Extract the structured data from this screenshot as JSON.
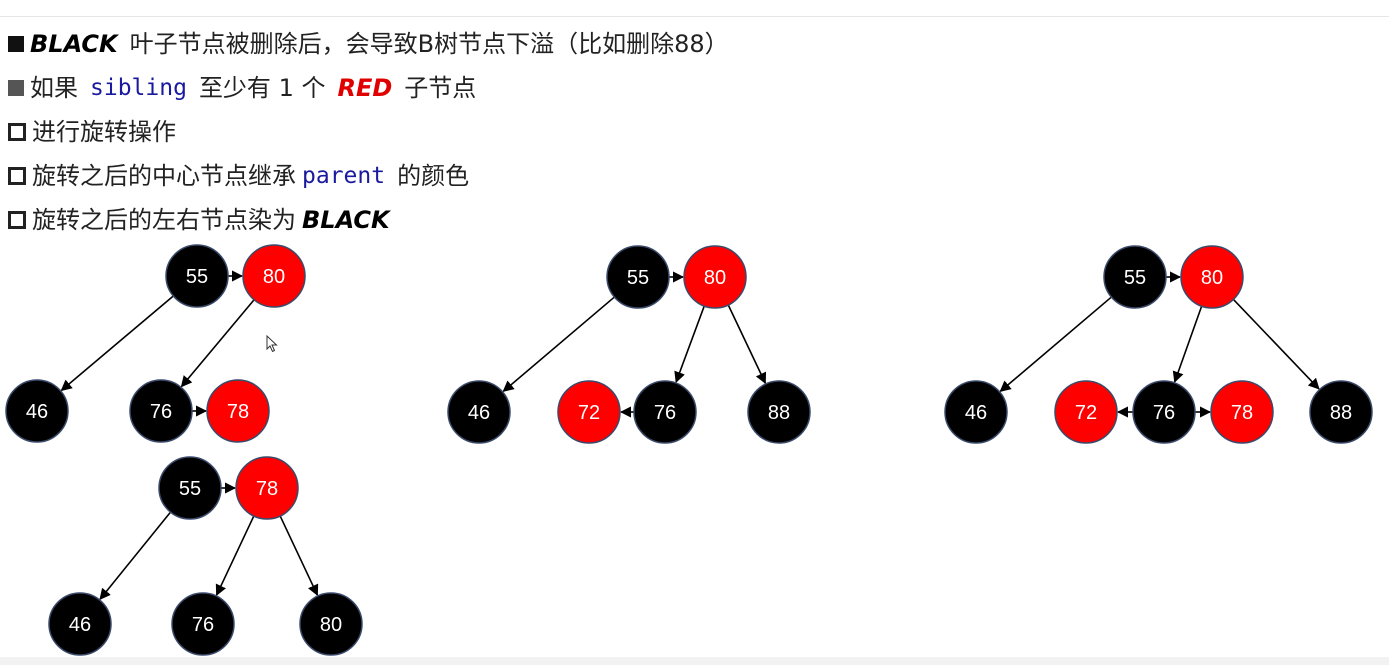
{
  "bullets": [
    {
      "marker": "solid",
      "parts": [
        {
          "text": "BLACK",
          "style": "kw-black"
        },
        {
          "text": "叶子节点被删除后，会导致B树节点下溢（比如删除88）",
          "style": "plain"
        }
      ]
    },
    {
      "marker": "solid-grey",
      "parts": [
        {
          "text": "如果",
          "style": "plain"
        },
        {
          "text": "sibling",
          "style": "code"
        },
        {
          "text": "至少有 1 个",
          "style": "plain"
        },
        {
          "text": "RED",
          "style": "kw-red"
        },
        {
          "text": "子节点",
          "style": "plain"
        }
      ]
    },
    {
      "marker": "hollow",
      "parts": [
        {
          "text": "进行旋转操作",
          "style": "plain"
        }
      ]
    },
    {
      "marker": "hollow",
      "parts": [
        {
          "text": "旋转之后的中心节点继承",
          "style": "plain"
        },
        {
          "text": "parent",
          "style": "code"
        },
        {
          "text": "的颜色",
          "style": "plain"
        }
      ]
    },
    {
      "marker": "hollow",
      "parts": [
        {
          "text": "旋转之后的左右节点染为",
          "style": "plain"
        },
        {
          "text": "BLACK",
          "style": "kw-black"
        }
      ]
    }
  ],
  "colors": {
    "black_node": "#000000",
    "red_node": "#ff0000",
    "node_border": "#3a4a6a",
    "edge": "#000000",
    "node_text": "#ffffff"
  },
  "trees": [
    {
      "nodes": [
        {
          "id": "t1-55",
          "value": "55",
          "color": "black"
        },
        {
          "id": "t1-80",
          "value": "80",
          "color": "red"
        },
        {
          "id": "t1-46",
          "value": "46",
          "color": "black"
        },
        {
          "id": "t1-76",
          "value": "76",
          "color": "black"
        },
        {
          "id": "t1-78",
          "value": "78",
          "color": "red"
        }
      ],
      "edges": [
        {
          "from": "t1-55",
          "to": "t1-80",
          "kind": "sibling"
        },
        {
          "from": "t1-55",
          "to": "t1-46",
          "kind": "child"
        },
        {
          "from": "t1-80",
          "to": "t1-76",
          "kind": "child"
        },
        {
          "from": "t1-76",
          "to": "t1-78",
          "kind": "sibling"
        }
      ]
    },
    {
      "nodes": [
        {
          "id": "t2-55",
          "value": "55",
          "color": "black"
        },
        {
          "id": "t2-80",
          "value": "80",
          "color": "red"
        },
        {
          "id": "t2-46",
          "value": "46",
          "color": "black"
        },
        {
          "id": "t2-72",
          "value": "72",
          "color": "red"
        },
        {
          "id": "t2-76",
          "value": "76",
          "color": "black"
        },
        {
          "id": "t2-88",
          "value": "88",
          "color": "black"
        }
      ],
      "edges": [
        {
          "from": "t2-55",
          "to": "t2-80",
          "kind": "sibling"
        },
        {
          "from": "t2-55",
          "to": "t2-46",
          "kind": "child"
        },
        {
          "from": "t2-80",
          "to": "t2-76",
          "kind": "child"
        },
        {
          "from": "t2-80",
          "to": "t2-88",
          "kind": "child"
        },
        {
          "from": "t2-76",
          "to": "t2-72",
          "kind": "sibling"
        }
      ]
    },
    {
      "nodes": [
        {
          "id": "t3-55",
          "value": "55",
          "color": "black"
        },
        {
          "id": "t3-80",
          "value": "80",
          "color": "red"
        },
        {
          "id": "t3-46",
          "value": "46",
          "color": "black"
        },
        {
          "id": "t3-72",
          "value": "72",
          "color": "red"
        },
        {
          "id": "t3-76",
          "value": "76",
          "color": "black"
        },
        {
          "id": "t3-78",
          "value": "78",
          "color": "red"
        },
        {
          "id": "t3-88",
          "value": "88",
          "color": "black"
        }
      ],
      "edges": [
        {
          "from": "t3-55",
          "to": "t3-80",
          "kind": "sibling"
        },
        {
          "from": "t3-55",
          "to": "t3-46",
          "kind": "child"
        },
        {
          "from": "t3-80",
          "to": "t3-76",
          "kind": "child"
        },
        {
          "from": "t3-80",
          "to": "t3-88",
          "kind": "child"
        },
        {
          "from": "t3-76",
          "to": "t3-72",
          "kind": "sibling"
        },
        {
          "from": "t3-76",
          "to": "t3-78",
          "kind": "sibling"
        }
      ]
    },
    {
      "nodes": [
        {
          "id": "t4-55",
          "value": "55",
          "color": "black"
        },
        {
          "id": "t4-78",
          "value": "78",
          "color": "red"
        },
        {
          "id": "t4-46",
          "value": "46",
          "color": "black"
        },
        {
          "id": "t4-76",
          "value": "76",
          "color": "black"
        },
        {
          "id": "t4-80",
          "value": "80",
          "color": "black"
        }
      ],
      "edges": [
        {
          "from": "t4-55",
          "to": "t4-78",
          "kind": "sibling"
        },
        {
          "from": "t4-55",
          "to": "t4-46",
          "kind": "child"
        },
        {
          "from": "t4-78",
          "to": "t4-76",
          "kind": "child"
        },
        {
          "from": "t4-78",
          "to": "t4-80",
          "kind": "child"
        }
      ]
    }
  ]
}
